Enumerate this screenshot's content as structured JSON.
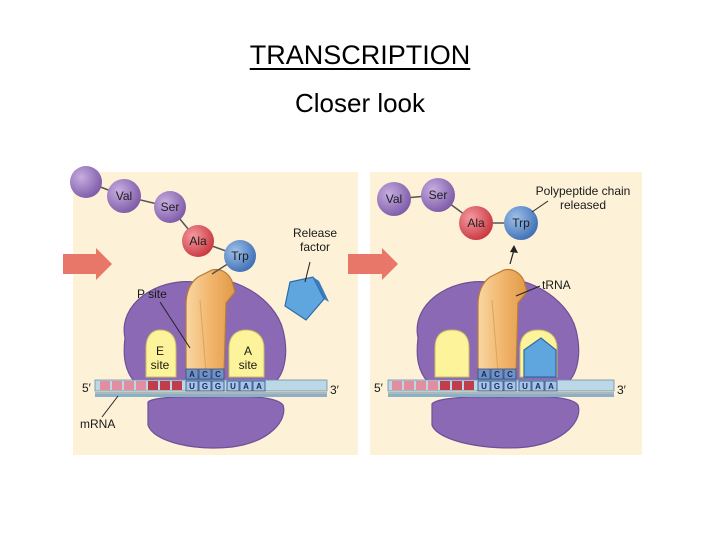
{
  "slide": {
    "title": "TRANSCRIPTION",
    "subtitle": "Closer look"
  },
  "left_panel": {
    "amino_acids": [
      "Val",
      "Ser",
      "Ala",
      "Trp"
    ],
    "release_factor_label": [
      "Release",
      "factor"
    ],
    "p_site_label": "P site",
    "e_site_label": [
      "E",
      "site"
    ],
    "a_site_label": [
      "A",
      "site"
    ],
    "anticodon": [
      "A",
      "C",
      "C"
    ],
    "codons": [
      "U",
      "G",
      "G",
      "U",
      "A",
      "A"
    ],
    "five_prime": "5′",
    "three_prime": "3′",
    "mrna_label": "mRNA"
  },
  "right_panel": {
    "amino_acids": [
      "Val",
      "Ser",
      "Ala",
      "Trp"
    ],
    "polypeptide_label": [
      "Polypeptide chain",
      "released"
    ],
    "trna_label": "tRNA",
    "anticodon": [
      "A",
      "C",
      "C"
    ],
    "codons": [
      "U",
      "G",
      "G",
      "U",
      "A",
      "A"
    ],
    "five_prime": "5′",
    "three_prime": "3′"
  },
  "colors": {
    "panel_bg": "#fdf1d8",
    "arrow": "#e8776a",
    "ribosome": "#8b69b5",
    "site_pocket": "#fdf39a",
    "trna": "#f1b66d",
    "release_factor": "#5fa6df",
    "mrna": "#bcd7e6",
    "amino_acid_purple": "#8d69b1",
    "amino_acid_red": "#d9464d",
    "amino_acid_blue": "#4e7fc0"
  }
}
